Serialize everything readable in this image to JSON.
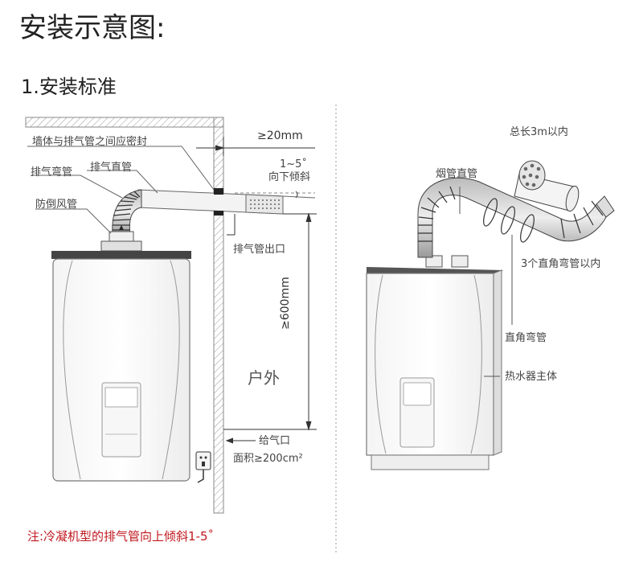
{
  "title": "安装示意图:",
  "subtitle": "1.安装标准",
  "left_diagram": {
    "label_wall_seal": "墙体与排气管之间应密封",
    "label_exhaust_elbow": "排气弯管",
    "label_exhaust_straight": "排气直管",
    "label_backdraft": "防倒风管",
    "label_slope": "1~5˚",
    "label_slope_dir": "向下倾斜",
    "label_dim_20": "≥20mm",
    "label_outlet": "排气管出口",
    "label_dim_600": "≥600mm",
    "label_outdoor": "户外",
    "label_air_inlet": "给气口",
    "label_air_area": "面积≥200cm²",
    "note": "注:冷凝机型的排气管向上倾斜1-5˚"
  },
  "right_diagram": {
    "label_total_length": "总长3m以内",
    "label_flue_straight": "烟管直管",
    "label_elbows_limit": "3个直角弯管以内",
    "label_right_elbow": "直角弯管",
    "label_heater_body": "热水器主体"
  }
}
